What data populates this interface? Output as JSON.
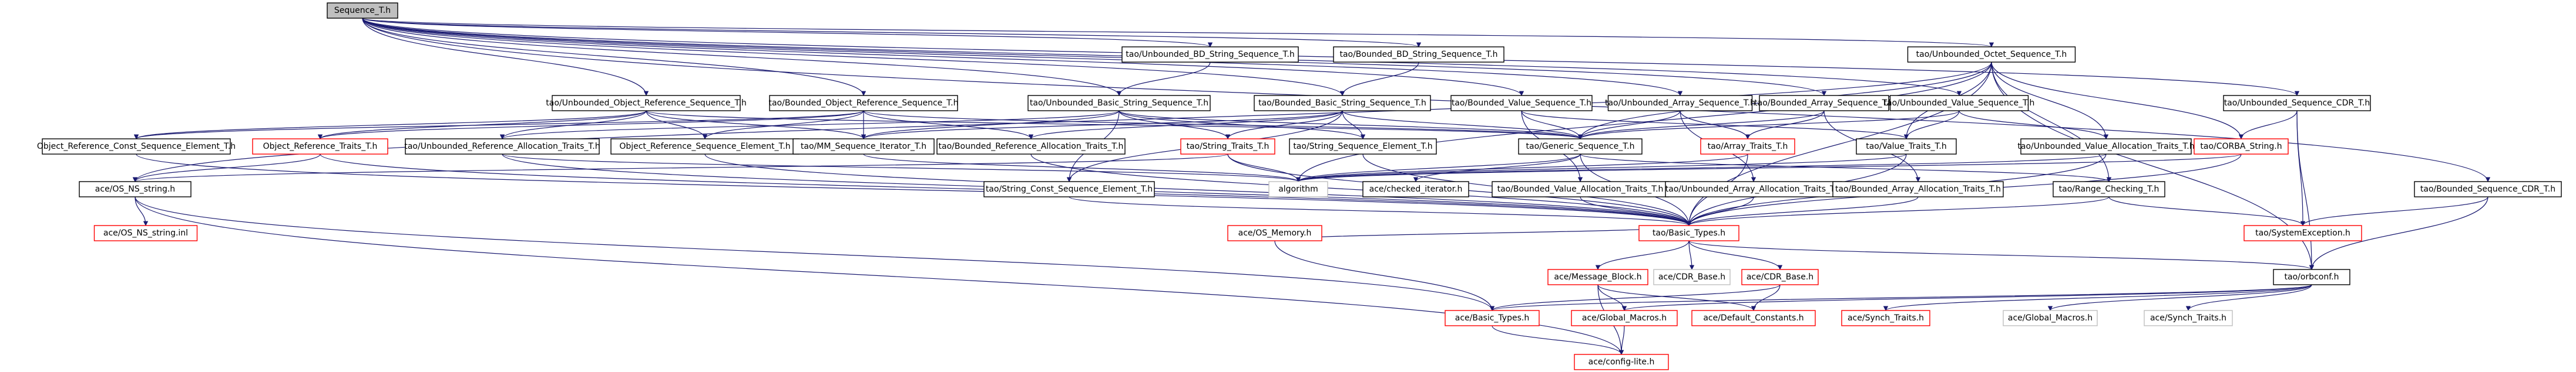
{
  "colors": {
    "edge": "#191970",
    "edge_incomplete": "#888888",
    "border_normal": "#000000",
    "border_truncated": "#ff0000",
    "border_leaf": "#bfbfbf",
    "root_fill": "#bfbfbf"
  },
  "nodes": [
    {
      "id": "n0",
      "label": "Sequence_T.h",
      "style": "root"
    },
    {
      "id": "n1",
      "label": "tao/Unbounded_BD_String_Sequence_T.h",
      "style": "normal"
    },
    {
      "id": "n2",
      "label": "tao/Bounded_BD_String_Sequence_T.h",
      "style": "normal"
    },
    {
      "id": "n3",
      "label": "tao/Unbounded_Octet_Sequence_T.h",
      "style": "normal"
    },
    {
      "id": "n4",
      "label": "tao/Unbounded_Object_Reference_Sequence_T.h",
      "style": "normal"
    },
    {
      "id": "n5",
      "label": "tao/Bounded_Object_Reference_Sequence_T.h",
      "style": "normal"
    },
    {
      "id": "n6",
      "label": "tao/Unbounded_Basic_String_Sequence_T.h",
      "style": "normal"
    },
    {
      "id": "n7",
      "label": "tao/Bounded_Basic_String_Sequence_T.h",
      "style": "normal"
    },
    {
      "id": "n8",
      "label": "tao/Bounded_Value_Sequence_T.h",
      "style": "normal"
    },
    {
      "id": "n9",
      "label": "tao/Unbounded_Array_Sequence_T.h",
      "style": "normal"
    },
    {
      "id": "n10",
      "label": "tao/Bounded_Array_Sequence_T.h",
      "style": "normal"
    },
    {
      "id": "n11",
      "label": "tao/Unbounded_Value_Sequence_T.h",
      "style": "normal"
    },
    {
      "id": "n12",
      "label": "tao/Unbounded_Sequence_CDR_T.h",
      "style": "normal"
    },
    {
      "id": "n13",
      "label": "Object_Reference_Const_Sequence_Element_T.h",
      "style": "normal"
    },
    {
      "id": "n14",
      "label": "Object_Reference_Traits_T.h",
      "style": "truncated"
    },
    {
      "id": "n15",
      "label": "tao/Unbounded_Reference_Allocation_Traits_T.h",
      "style": "normal"
    },
    {
      "id": "n16",
      "label": "Object_Reference_Sequence_Element_T.h",
      "style": "normal"
    },
    {
      "id": "n17",
      "label": "tao/MM_Sequence_Iterator_T.h",
      "style": "normal"
    },
    {
      "id": "n18",
      "label": "tao/Bounded_Reference_Allocation_Traits_T.h",
      "style": "normal"
    },
    {
      "id": "n19",
      "label": "tao/String_Traits_T.h",
      "style": "truncated"
    },
    {
      "id": "n20",
      "label": "tao/String_Const_Sequence_Element_T.h",
      "style": "normal"
    },
    {
      "id": "n21",
      "label": "tao/String_Sequence_Element_T.h",
      "style": "normal"
    },
    {
      "id": "n22",
      "label": "tao/Generic_Sequence_T.h",
      "style": "normal"
    },
    {
      "id": "n23",
      "label": "tao/Array_Traits_T.h",
      "style": "truncated"
    },
    {
      "id": "n24",
      "label": "tao/Value_Traits_T.h",
      "style": "normal"
    },
    {
      "id": "n25",
      "label": "tao/Unbounded_Value_Allocation_Traits_T.h",
      "style": "normal"
    },
    {
      "id": "n26",
      "label": "tao/CORBA_String.h",
      "style": "truncated"
    },
    {
      "id": "n27",
      "label": "ace/OS_NS_string.h",
      "style": "normal"
    },
    {
      "id": "n28",
      "label": "algorithm",
      "style": "leaf"
    },
    {
      "id": "n29",
      "label": "ace/checked_iterator.h",
      "style": "normal"
    },
    {
      "id": "n30",
      "label": "tao/Bounded_Value_Allocation_Traits_T.h",
      "style": "normal"
    },
    {
      "id": "n31",
      "label": "tao/Unbounded_Array_Allocation_Traits_T.h",
      "style": "normal"
    },
    {
      "id": "n32",
      "label": "tao/Bounded_Array_Allocation_Traits_T.h",
      "style": "normal"
    },
    {
      "id": "n33",
      "label": "tao/Range_Checking_T.h",
      "style": "normal"
    },
    {
      "id": "n34",
      "label": "tao/Bounded_Sequence_CDR_T.h",
      "style": "normal"
    },
    {
      "id": "n35",
      "label": "ace/OS_NS_string.inl",
      "style": "truncated"
    },
    {
      "id": "n36",
      "label": "ace/OS_Memory.h",
      "style": "truncated"
    },
    {
      "id": "n37",
      "label": "tao/Basic_Types.h",
      "style": "truncated"
    },
    {
      "id": "n38",
      "label": "tao/SystemException.h",
      "style": "truncated"
    },
    {
      "id": "n39",
      "label": "ace/CDR_Base.h",
      "style": "leaf"
    },
    {
      "id": "n40",
      "label": "ace/CDR_Base.h",
      "style": "truncated"
    },
    {
      "id": "n41",
      "label": "ace/Message_Block.h",
      "style": "truncated"
    },
    {
      "id": "n42",
      "label": "tao/orbconf.h",
      "style": "normal"
    },
    {
      "id": "n43",
      "label": "ace/Basic_Types.h",
      "style": "truncated"
    },
    {
      "id": "n44",
      "label": "ace/Default_Constants.h",
      "style": "truncated"
    },
    {
      "id": "n45",
      "label": "ace/Global_Macros.h",
      "style": "truncated"
    },
    {
      "id": "n46",
      "label": "ace/Synch_Traits.h",
      "style": "truncated"
    },
    {
      "id": "n47",
      "label": "ace/Global_Macros.h",
      "style": "leaf"
    },
    {
      "id": "n48",
      "label": "ace/Synch_Traits.h",
      "style": "leaf"
    },
    {
      "id": "n49",
      "label": "ace/config-lite.h",
      "style": "truncated"
    }
  ],
  "edges": [
    [
      "n0",
      "n1"
    ],
    [
      "n0",
      "n2"
    ],
    [
      "n0",
      "n3"
    ],
    [
      "n0",
      "n4"
    ],
    [
      "n0",
      "n5"
    ],
    [
      "n0",
      "n6"
    ],
    [
      "n0",
      "n7"
    ],
    [
      "n0",
      "n8"
    ],
    [
      "n0",
      "n9"
    ],
    [
      "n0",
      "n10"
    ],
    [
      "n0",
      "n11"
    ],
    [
      "n0",
      "n12"
    ],
    [
      "n0",
      "n34"
    ],
    [
      "n1",
      "n6"
    ],
    [
      "n2",
      "n7"
    ],
    [
      "n3",
      "n22"
    ],
    [
      "n3",
      "n24"
    ],
    [
      "n3",
      "n25"
    ],
    [
      "n3",
      "n28"
    ],
    [
      "n3",
      "n33"
    ],
    [
      "n3",
      "n26"
    ],
    [
      "n3",
      "n42"
    ],
    [
      "n3",
      "n27"
    ],
    [
      "n3",
      "n37"
    ],
    [
      "n4",
      "n13"
    ],
    [
      "n4",
      "n14"
    ],
    [
      "n4",
      "n15"
    ],
    [
      "n4",
      "n16"
    ],
    [
      "n4",
      "n17"
    ],
    [
      "n4",
      "n22"
    ],
    [
      "n5",
      "n13"
    ],
    [
      "n5",
      "n14"
    ],
    [
      "n5",
      "n18"
    ],
    [
      "n5",
      "n16"
    ],
    [
      "n5",
      "n17"
    ],
    [
      "n5",
      "n22"
    ],
    [
      "n6",
      "n19"
    ],
    [
      "n6",
      "n20"
    ],
    [
      "n6",
      "n21"
    ],
    [
      "n6",
      "n15"
    ],
    [
      "n6",
      "n17"
    ],
    [
      "n6",
      "n22"
    ],
    [
      "n7",
      "n19"
    ],
    [
      "n7",
      "n20"
    ],
    [
      "n7",
      "n21"
    ],
    [
      "n7",
      "n18"
    ],
    [
      "n7",
      "n17"
    ],
    [
      "n7",
      "n22"
    ],
    [
      "n8",
      "n22"
    ],
    [
      "n8",
      "n30"
    ],
    [
      "n8",
      "n24"
    ],
    [
      "n9",
      "n22"
    ],
    [
      "n9",
      "n23"
    ],
    [
      "n9",
      "n31"
    ],
    [
      "n10",
      "n22"
    ],
    [
      "n10",
      "n23"
    ],
    [
      "n10",
      "n32"
    ],
    [
      "n11",
      "n22"
    ],
    [
      "n11",
      "n24"
    ],
    [
      "n11",
      "n25"
    ],
    [
      "n12",
      "n26"
    ],
    [
      "n12",
      "n38"
    ],
    [
      "n12",
      "n42"
    ],
    [
      "n13",
      "n37"
    ],
    [
      "n14",
      "n27"
    ],
    [
      "n14",
      "n37"
    ],
    [
      "n15",
      "n28"
    ],
    [
      "n15",
      "n37"
    ],
    [
      "n16",
      "n37"
    ],
    [
      "n17",
      "n28"
    ],
    [
      "n18",
      "n37"
    ],
    [
      "n19",
      "n27"
    ],
    [
      "n19",
      "n28"
    ],
    [
      "n19",
      "n37"
    ],
    [
      "n20",
      "n37"
    ],
    [
      "n21",
      "n37"
    ],
    [
      "n22",
      "n28"
    ],
    [
      "n22",
      "n29"
    ],
    [
      "n22",
      "n33"
    ],
    [
      "n22",
      "n37"
    ],
    [
      "n23",
      "n28"
    ],
    [
      "n23",
      "n37"
    ],
    [
      "n24",
      "n28"
    ],
    [
      "n24",
      "n37"
    ],
    [
      "n25",
      "n28"
    ],
    [
      "n25",
      "n37"
    ],
    [
      "n26",
      "n37"
    ],
    [
      "n26",
      "n28"
    ],
    [
      "n27",
      "n35"
    ],
    [
      "n27",
      "n43"
    ],
    [
      "n27",
      "n49"
    ],
    [
      "n30",
      "n37"
    ],
    [
      "n31",
      "n37"
    ],
    [
      "n32",
      "n37"
    ],
    [
      "n33",
      "n37"
    ],
    [
      "n33",
      "n38"
    ],
    [
      "n34",
      "n38"
    ],
    [
      "n34",
      "n42"
    ],
    [
      "n36",
      "n43"
    ],
    [
      "n37",
      "n36"
    ],
    [
      "n37",
      "n39"
    ],
    [
      "n37",
      "n40"
    ],
    [
      "n37",
      "n41"
    ],
    [
      "n37",
      "n42"
    ],
    [
      "n40",
      "n43"
    ],
    [
      "n40",
      "n44"
    ],
    [
      "n41",
      "n44"
    ],
    [
      "n41",
      "n45"
    ],
    [
      "n41",
      "n49"
    ],
    [
      "n42",
      "n43"
    ],
    [
      "n42",
      "n45"
    ],
    [
      "n42",
      "n46"
    ],
    [
      "n42",
      "n47"
    ],
    [
      "n42",
      "n48"
    ],
    [
      "n43",
      "n49"
    ],
    [
      "n45",
      "n49"
    ]
  ]
}
